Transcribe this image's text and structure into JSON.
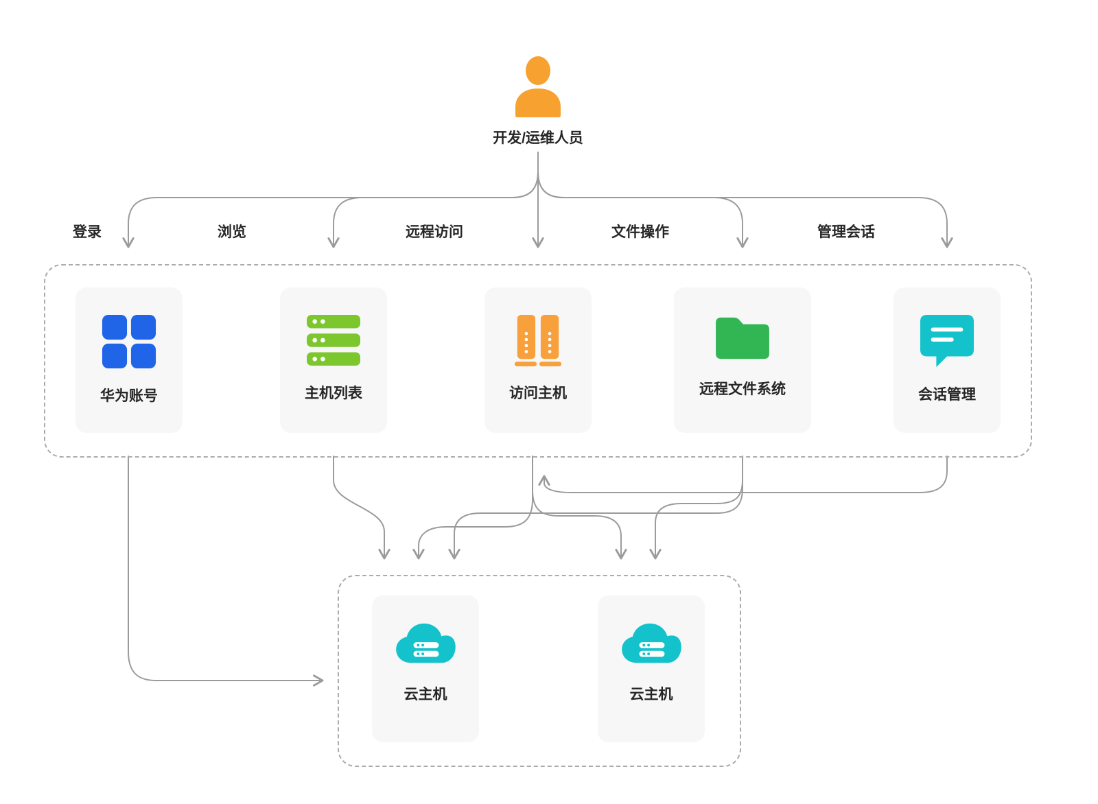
{
  "diagram": {
    "actor": {
      "label": "开发/运维人员",
      "icon": "person-icon",
      "color": "#F7A131"
    },
    "flows": [
      {
        "label": "登录"
      },
      {
        "label": "浏览"
      },
      {
        "label": "远程访问"
      },
      {
        "label": "文件操作"
      },
      {
        "label": "管理会话"
      }
    ],
    "services": [
      {
        "label": "华为账号",
        "icon": "app-grid-icon",
        "color": "#2065E8"
      },
      {
        "label": "主机列表",
        "icon": "server-list-icon",
        "color": "#7CC62E"
      },
      {
        "label": "访问主机",
        "icon": "server-tower-icon",
        "color": "#F7A03C"
      },
      {
        "label": "远程文件系统",
        "icon": "folder-icon",
        "color": "#31B653"
      },
      {
        "label": "会话管理",
        "icon": "chat-bubble-icon",
        "color": "#14C2CC"
      }
    ],
    "hosts": [
      {
        "label": "云主机",
        "icon": "cloud-server-icon",
        "color": "#14C2CC"
      },
      {
        "label": "云主机",
        "icon": "cloud-server-icon",
        "color": "#14C2CC"
      }
    ],
    "connector_color": "#9B9B9B"
  }
}
